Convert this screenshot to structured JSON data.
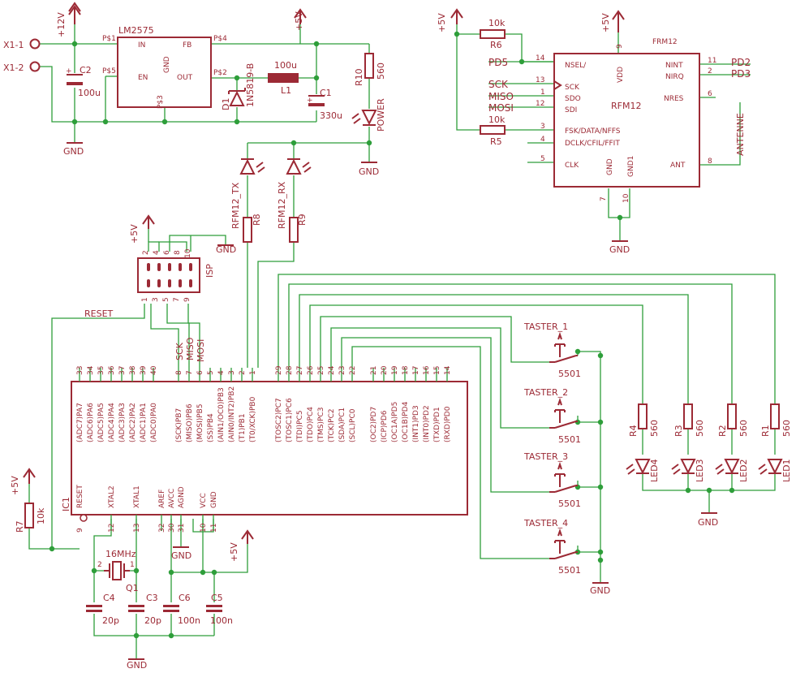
{
  "power": {
    "plus12v": "+12V",
    "plus5v": "+5V",
    "gnd": "GND",
    "x1_1": "X1-1",
    "x1_2": "X1-2"
  },
  "regulator": {
    "name": "LM2575",
    "pin_in": "IN",
    "pin_fb": "FB",
    "pin_gnd": "GND",
    "pin_en": "EN",
    "pin_out": "OUT",
    "p1": "P$1",
    "p2": "P$2",
    "p3": "P$3",
    "p4": "P$4",
    "p5": "P$5"
  },
  "components": {
    "c2": "C2",
    "c2_value": "100u",
    "d1": "D1",
    "d1_value": "1N5819-B",
    "l1": "L1",
    "l1_value": "100u",
    "c1": "C1",
    "c1_value": "330u",
    "r10": "R10",
    "r10_value": "560",
    "power_led": "POWER",
    "tx_led": "RFM12_TX",
    "rx_led": "RFM12_RX",
    "r8": "R8",
    "r9": "R9",
    "r_value_560": "560",
    "isp": "ISP",
    "reset": "RESET",
    "sck": "SCK",
    "miso": "MISO",
    "mosi": "MOSI",
    "r7": "R7",
    "r7_value": "10k",
    "ic1": "IC1",
    "crystal_value": "16MHz",
    "q1": "Q1",
    "c3": "C3",
    "c4": "C4",
    "c5": "C5",
    "c6": "C6",
    "c_20p": "20p",
    "c_100n": "100n"
  },
  "rfm12": {
    "title": "FRM12",
    "name": "RFM12",
    "r6": "R6",
    "r5": "R5",
    "r_10k": "10k",
    "pd5": "PD5",
    "pd2": "PD2",
    "pd3": "PD3",
    "antenne": "ANTENNE",
    "pins": {
      "nsel": "NSEL/",
      "vdd": "VDD",
      "nint": "NINT",
      "nirq": "NIRQ",
      "sck": "SCK",
      "sdo": "SDO",
      "sdi": "SDI",
      "nres": "NRES",
      "fsk": "FSK/DATA/NFFS",
      "dclk": "DCLK/CFIL/FFIT",
      "clk": "CLK",
      "gnd": "GND",
      "gnd1": "GND1",
      "ant": "ANT"
    },
    "pin_numbers": {
      "p14": "14",
      "p9": "9",
      "p11": "11",
      "p2": "2",
      "p13": "13",
      "p1": "1",
      "p12": "12",
      "p6": "6",
      "p3": "3",
      "p4": "4",
      "p5": "5",
      "p7": "7",
      "p10": "10",
      "p8": "8"
    }
  },
  "mcu_top_pins": [
    {
      "num": "33",
      "label": "(ADC7)PA7"
    },
    {
      "num": "34",
      "label": "(ADC6)PA6"
    },
    {
      "num": "35",
      "label": "(ADC5)PA5"
    },
    {
      "num": "36",
      "label": "(ADC4)PA4"
    },
    {
      "num": "37",
      "label": "(ADC3)PA3"
    },
    {
      "num": "38",
      "label": "(ADC2)PA2"
    },
    {
      "num": "39",
      "label": "(ADC1)PA1"
    },
    {
      "num": "40",
      "label": "(ADC0)PA0"
    },
    {
      "num": "8",
      "label": "(SCK)PB7"
    },
    {
      "num": "7",
      "label": "(MISO)PB6"
    },
    {
      "num": "6",
      "label": "(MOSI)PB5"
    },
    {
      "num": "5",
      "label": "(SS)PB4"
    },
    {
      "num": "4",
      "label": "(AIN1/OC0)PB3"
    },
    {
      "num": "3",
      "label": "(AIN0/INT2)PB2"
    },
    {
      "num": "2",
      "label": "(T1)PB1"
    },
    {
      "num": "1",
      "label": "(T0/XCK)PB0"
    },
    {
      "num": "29",
      "label": "(TOSC2)PC7"
    },
    {
      "num": "28",
      "label": "(TOSC1)PC6"
    },
    {
      "num": "27",
      "label": "(TDI)PC5"
    },
    {
      "num": "26",
      "label": "(TDO)PC4"
    },
    {
      "num": "25",
      "label": "(TMS)PC3"
    },
    {
      "num": "24",
      "label": "(TCK)PC2"
    },
    {
      "num": "23",
      "label": "(SDA)PC1"
    },
    {
      "num": "22",
      "label": "(SCL)PC0"
    },
    {
      "num": "21",
      "label": "(OC2)PD7"
    },
    {
      "num": "20",
      "label": "(ICP)PD6"
    },
    {
      "num": "19",
      "label": "(OC1A)PD5"
    },
    {
      "num": "18",
      "label": "(OC1B)PD4"
    },
    {
      "num": "17",
      "label": "(INT1)PD3"
    },
    {
      "num": "16",
      "label": "(INT0)PD2"
    },
    {
      "num": "15",
      "label": "(TXD)PD1"
    },
    {
      "num": "14",
      "label": "(RXD)PD0"
    }
  ],
  "mcu_bottom_pins": [
    {
      "num": "9",
      "label": "RESET"
    },
    {
      "num": "12",
      "label": "XTAL2"
    },
    {
      "num": "13",
      "label": "XTAL1"
    },
    {
      "num": "32",
      "label": "AREF"
    },
    {
      "num": "30",
      "label": "AVCC"
    },
    {
      "num": "31",
      "label": "AGND"
    },
    {
      "num": "10",
      "label": "VCC"
    },
    {
      "num": "11",
      "label": "GND"
    }
  ],
  "isp_pins": {
    "top": [
      "2",
      "4",
      "6",
      "8",
      "10"
    ],
    "bottom": [
      "1",
      "3",
      "5",
      "7",
      "9"
    ]
  },
  "switches": [
    {
      "name": "TASTER_1",
      "part": "5501"
    },
    {
      "name": "TASTER_2",
      "part": "5501"
    },
    {
      "name": "TASTER_3",
      "part": "5501"
    },
    {
      "name": "TASTER_4",
      "part": "5501"
    }
  ],
  "leds": [
    {
      "resistor": "R4",
      "value": "560",
      "led": "LED4"
    },
    {
      "resistor": "R3",
      "value": "560",
      "led": "LED3"
    },
    {
      "resistor": "R2",
      "value": "560",
      "led": "LED2"
    },
    {
      "resistor": "R1",
      "value": "560",
      "led": "LED1"
    }
  ]
}
